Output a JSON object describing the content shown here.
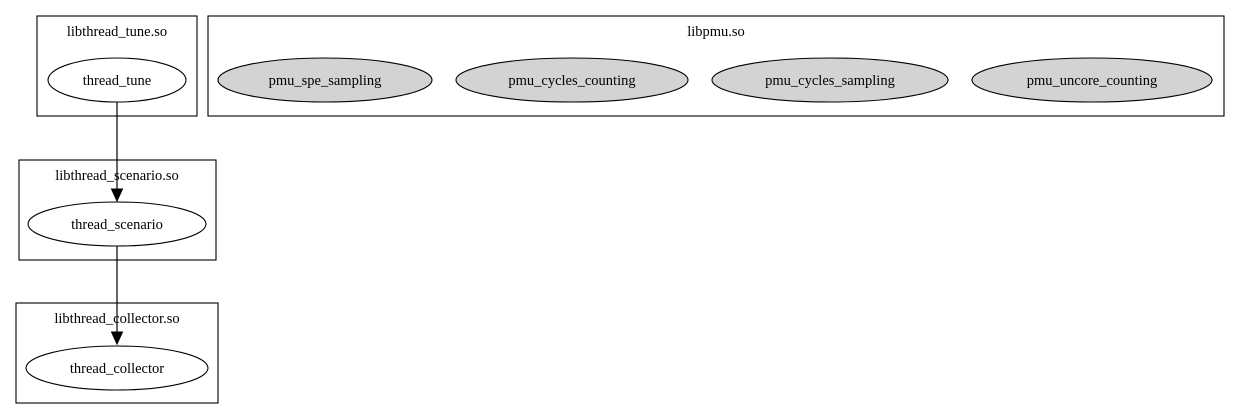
{
  "diagram": {
    "clusters": {
      "thread_tune_lib": {
        "label": "libthread_tune.so"
      },
      "pmu_lib": {
        "label": "libpmu.so"
      },
      "thread_scenario_lib": {
        "label": "libthread_scenario.so"
      },
      "thread_collector_lib": {
        "label": "libthread_collector.so"
      }
    },
    "nodes": {
      "thread_tune": {
        "label": "thread_tune",
        "fill": "#ffffff"
      },
      "thread_scenario": {
        "label": "thread_scenario",
        "fill": "#ffffff"
      },
      "thread_collector": {
        "label": "thread_collector",
        "fill": "#ffffff"
      },
      "pmu_spe_sampling": {
        "label": "pmu_spe_sampling",
        "fill": "#d3d3d3"
      },
      "pmu_cycles_counting": {
        "label": "pmu_cycles_counting",
        "fill": "#d3d3d3"
      },
      "pmu_cycles_sampling": {
        "label": "pmu_cycles_sampling",
        "fill": "#d3d3d3"
      },
      "pmu_uncore_counting": {
        "label": "pmu_uncore_counting",
        "fill": "#d3d3d3"
      }
    },
    "edges": [
      {
        "from": "thread_tune",
        "to": "thread_scenario"
      },
      {
        "from": "thread_scenario",
        "to": "thread_collector"
      }
    ]
  }
}
